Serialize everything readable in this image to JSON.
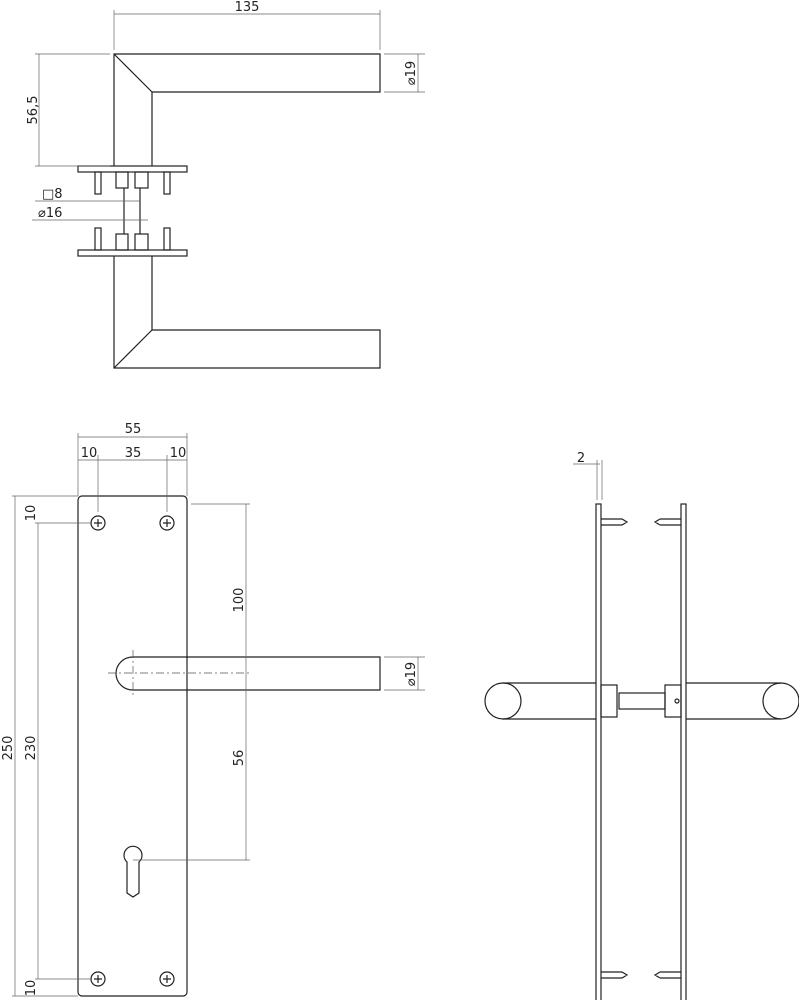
{
  "top_view": {
    "width_label": "135",
    "height_label": "56,5",
    "diameter_label": "⌀19",
    "spindle_label": "□8",
    "rose_label": "⌀16"
  },
  "front_view": {
    "plate_width": "55",
    "edge_left": "10",
    "hole_spacing": "35",
    "edge_right": "10",
    "total_height": "250",
    "hole_height": "230",
    "top_edge": "10",
    "bottom_edge": "10",
    "handle_from_top": "100",
    "handle_to_key": "56",
    "diameter_label": "⌀19"
  },
  "side_view": {
    "thickness_label": "2"
  },
  "colors": {
    "line": "#222222",
    "dimension": "#666666"
  }
}
